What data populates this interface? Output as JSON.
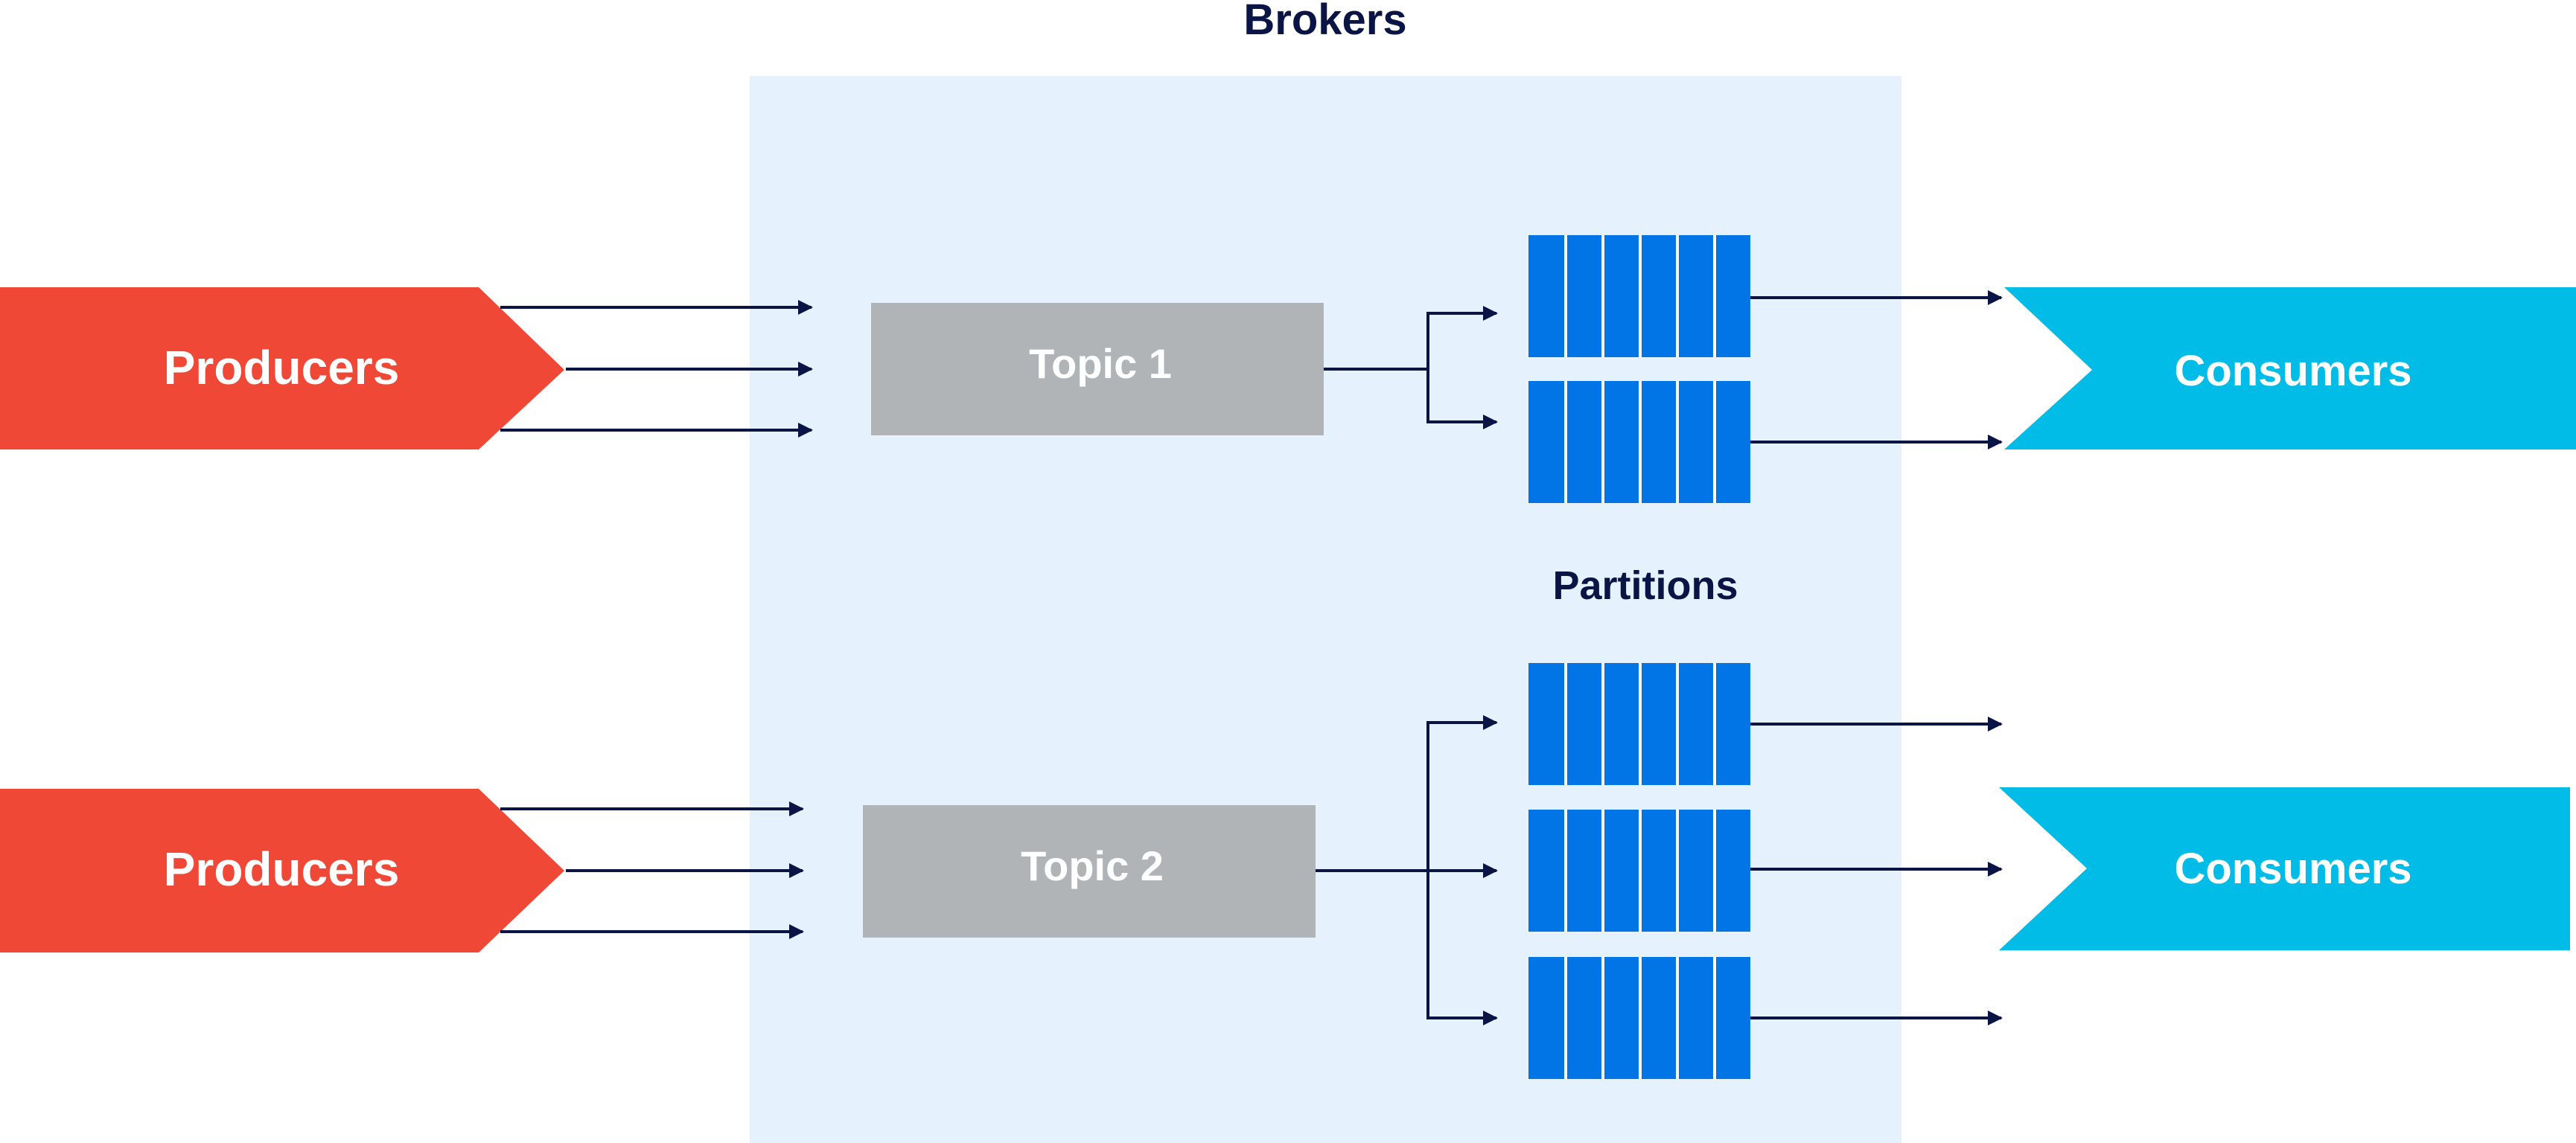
{
  "title": "Brokers",
  "partitions_label": "Partitions",
  "producers": [
    {
      "label": "Producers"
    },
    {
      "label": "Producers"
    }
  ],
  "topics": [
    {
      "label": "Topic 1",
      "partition_count": 2
    },
    {
      "label": "Topic 2",
      "partition_count": 3
    }
  ],
  "consumers": [
    {
      "label": "Consumers"
    },
    {
      "label": "Consumers"
    }
  ],
  "colors": {
    "producer": "#ef4836",
    "consumer": "#00bce6",
    "topic": "#b1b4b6",
    "partition": "#0174e6",
    "broker_area": "#e5f1fd",
    "arrow": "#0b1545",
    "heading": "#0b1545",
    "label_light": "#ffffff"
  }
}
